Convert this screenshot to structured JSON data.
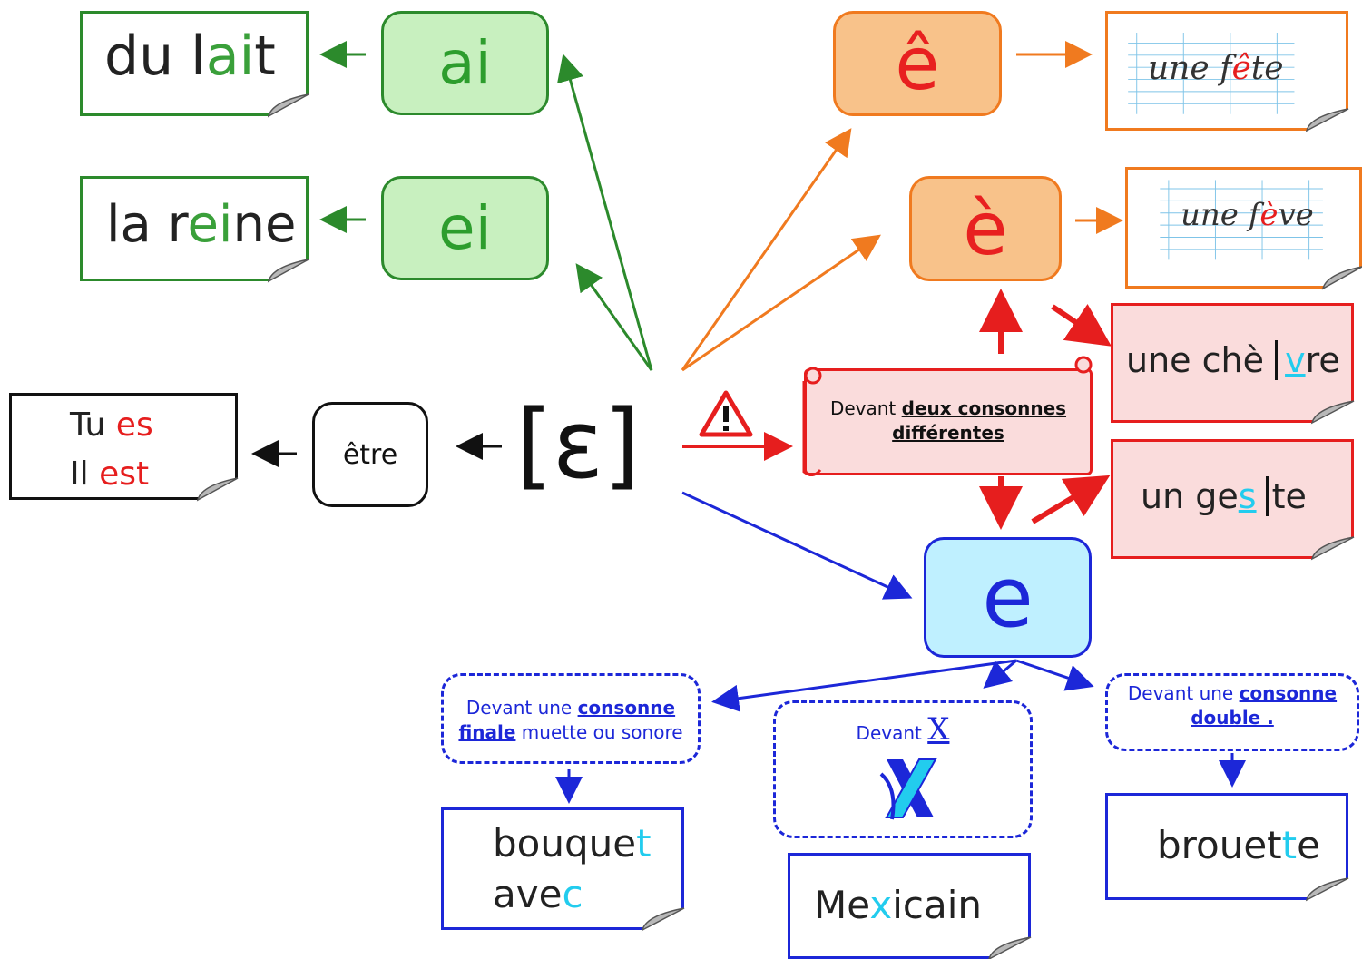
{
  "center": {
    "phoneme": "[ɛ]"
  },
  "graphemes": {
    "ai": "ai",
    "ei": "ei",
    "e_circ": "ê",
    "e_grave": "è",
    "e": "e",
    "etre": "être"
  },
  "examples": {
    "du_lait": {
      "plain1": "du l",
      "colored": "ai",
      "plain2": "t"
    },
    "la_reine": {
      "plain1": "la r",
      "colored": "ei",
      "plain2": "ne"
    },
    "tu_es": {
      "line1_plain": "Tu ",
      "line1_colored": "es",
      "line2_plain": "Il ",
      "line2_colored": "est"
    },
    "fete": {
      "plain1": "une f",
      "colored": "ê",
      "plain2": "te"
    },
    "feve": {
      "plain1": "une f",
      "colored": "è",
      "plain2": "ve"
    },
    "chevre": {
      "plain1": "une chè ",
      "part2": "v",
      "plain3": "re"
    },
    "geste": {
      "plain1": "un ge",
      "colored": "s",
      "plain2": "te"
    },
    "bouquet": {
      "line1_plain": "bouque",
      "line1_colored": "t",
      "line2_plain": "ave",
      "line2_colored": "c"
    },
    "mexicain": {
      "plain1": "Me",
      "colored": "x",
      "plain2": "icain"
    },
    "brouette": {
      "plain1": "brouet",
      "colored": "t",
      "plain2": "e"
    }
  },
  "rules": {
    "deux_consonnes": {
      "prefix": "Devant ",
      "underlined": "deux consonnes",
      "underlined2": "différentes"
    },
    "consonne_finale": {
      "prefix": "Devant une ",
      "underlined": "consonne",
      "underlined2": "finale",
      "suffix": " muette ou sonore"
    },
    "devant_x": {
      "prefix": "Devant ",
      "letter": "X"
    },
    "consonne_double": {
      "prefix": "Devant une ",
      "underlined": "consonne",
      "underlined2": "double ."
    }
  },
  "icons": {
    "warning": "warning-icon",
    "x_letter": "x-letter-icon"
  },
  "colors": {
    "green": "#2c8a2c",
    "orange": "#f07a1f",
    "red": "#e61e1e",
    "blue": "#1c27d8",
    "cyan": "#22ccee"
  }
}
